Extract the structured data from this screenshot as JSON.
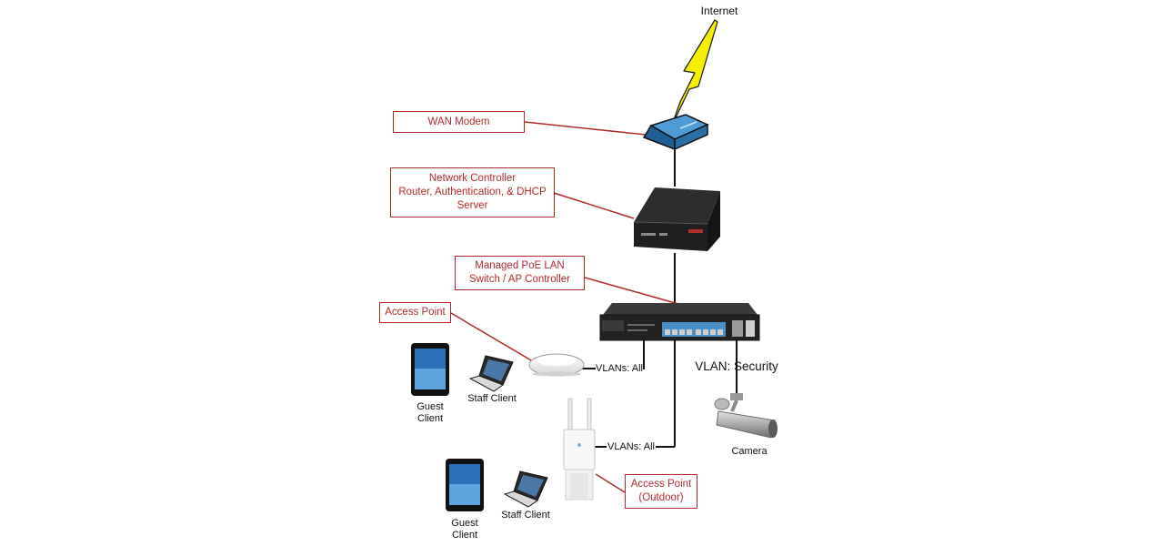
{
  "nodes": {
    "internet": "Internet",
    "camera": "Camera",
    "guest_client_top": [
      "Guest",
      "Client"
    ],
    "staff_client_top": "Staff Client",
    "guest_client_bottom": [
      "Guest",
      "Client"
    ],
    "staff_client_bottom": "Staff Client"
  },
  "callouts": {
    "wan_modem": [
      "WAN Modem"
    ],
    "network_controller": [
      "Network Controller",
      "Router, Authentication, & DHCP",
      "Server"
    ],
    "managed_switch": [
      "Managed PoE LAN",
      "Switch / AP Controller"
    ],
    "access_point": [
      "Access Point"
    ],
    "access_point_outdoor": [
      "Access Point",
      "(Outdoor)"
    ]
  },
  "links": {
    "vlan_all_indoor": "VLANs: All",
    "vlan_all_outdoor": "VLANs: All",
    "vlan_security": "VLAN: Security"
  },
  "colors": {
    "callout": "#b32a2a",
    "lightning": "#f5f000",
    "modem": "#2c79b8",
    "wire": "#111111"
  },
  "icons": [
    "lightning-icon",
    "modem-icon",
    "controller-icon",
    "switch-icon",
    "access-point-icon",
    "outdoor-access-point-icon",
    "tablet-icon",
    "laptop-icon",
    "camera-icon"
  ]
}
